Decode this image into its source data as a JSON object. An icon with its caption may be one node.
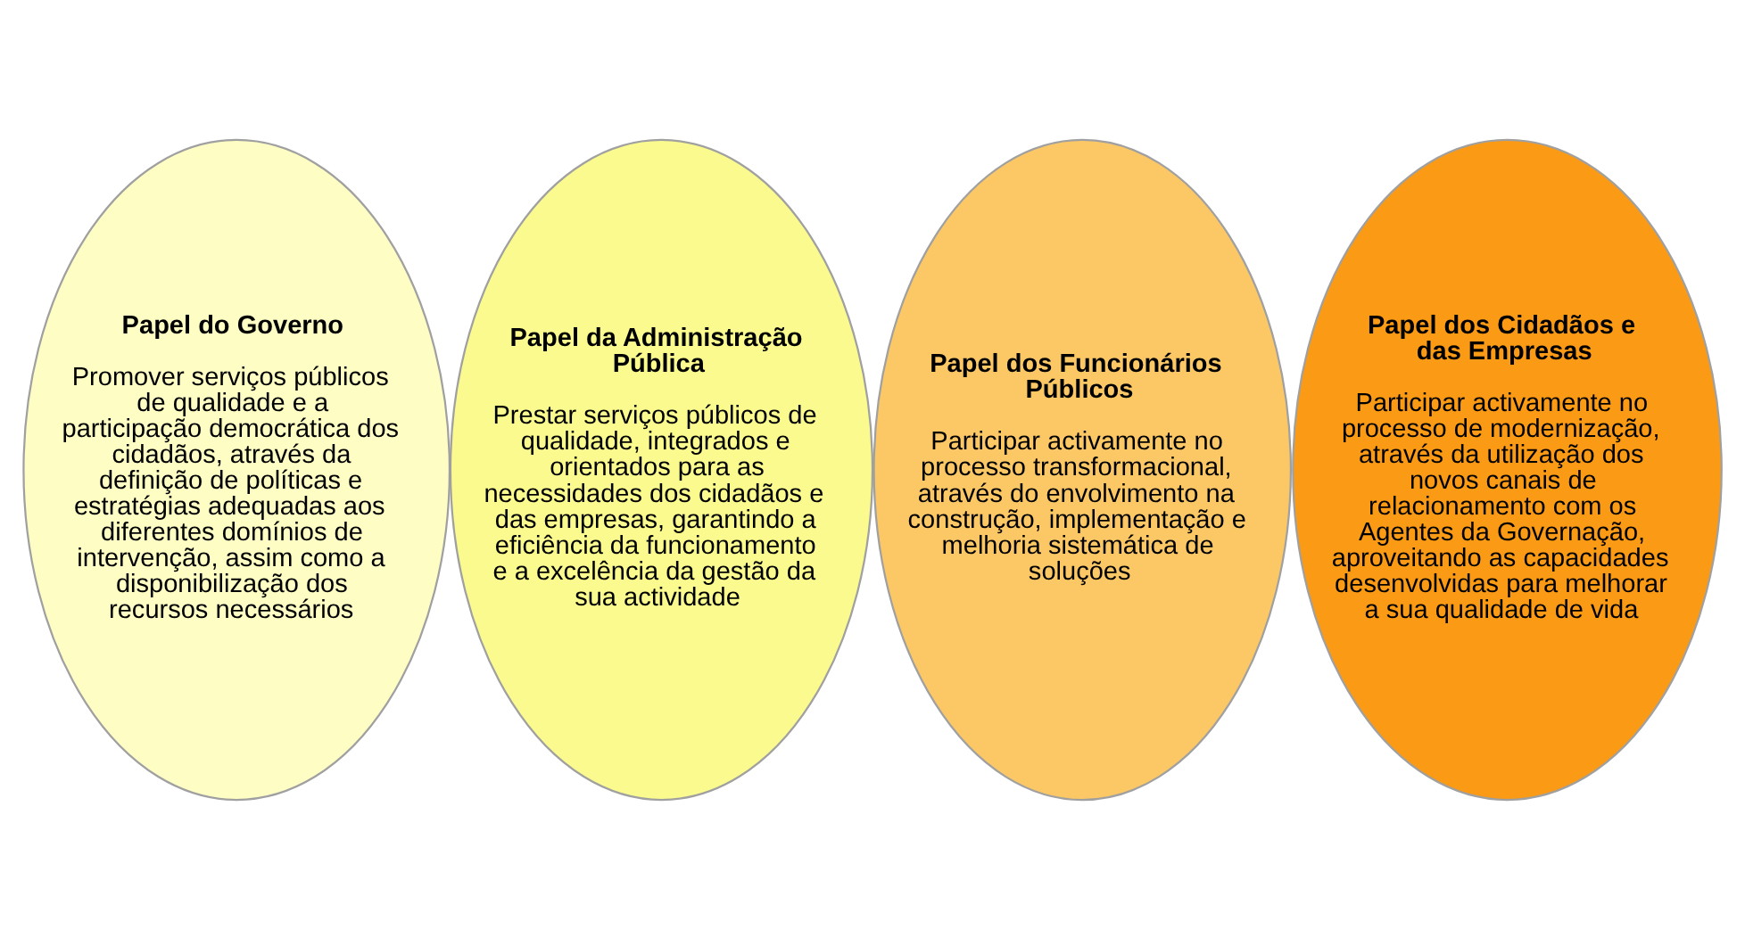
{
  "diagram": {
    "nodes": [
      {
        "text": [
          "Papel do Governo",
          "Promover serviços públicos de qualidade e a participação democrática dos cidadãos, através da definição de políticas e estratégias adequadas aos diferentes domínios de intervenção, assim como a disponibilização dos recursos necessários"
        ]
      },
      {
        "text": [
          "Papel da Administração Pública",
          "Prestar serviços públicos de qualidade, integrados e orientados para as necessidades dos cidadãos e das empresas, garantindo a eficiência da funcionamento e a excelência da gestão da sua actividade"
        ]
      },
      {
        "text": [
          "Papel dos Funcionários Públicos",
          "Participar activamente no processo transformacional, através do envolvimento na construção, implementação e melhoria sistemática de soluções"
        ]
      },
      {
        "text": [
          "Papel dos Cidadãos e das Empresas",
          "Participar activamente no processo de modernização, através da utilização dos novos canais de relacionamento com os Agentes da Governação, aproveitando as capacidades desenvolvidas para melhorar a sua qualidade de vida"
        ]
      }
    ],
    "edges": []
  }
}
